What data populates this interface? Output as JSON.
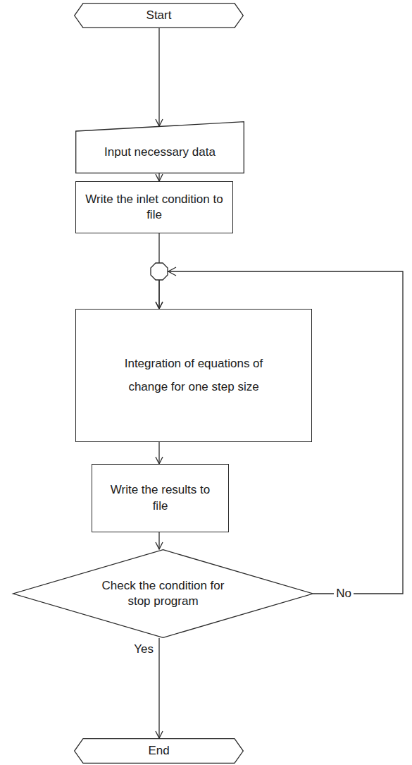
{
  "diagram": {
    "nodes": [
      {
        "text": [
          "Start"
        ]
      },
      {
        "text": [
          "Input necessary data"
        ]
      },
      {
        "text": [
          "Write the inlet condition to file"
        ]
      },
      {
        "text": [
          "Integration of equations of change for one step size"
        ]
      },
      {
        "text": [
          "Write the results to file"
        ]
      },
      {
        "text": [
          "Check the condition for stop program"
        ]
      },
      {
        "text": [
          "End"
        ]
      }
    ],
    "edges": [
      {
        "from": 0,
        "to": 1,
        "arrow": "to"
      },
      {
        "from": 1,
        "to": 2,
        "arrow": "to"
      },
      {
        "from": 2,
        "to": 3,
        "arrow": "to"
      },
      {
        "from": 3,
        "to": 4,
        "arrow": "to"
      },
      {
        "from": 4,
        "to": 5,
        "arrow": "to"
      },
      {
        "from": 5,
        "to": 3,
        "label": "No",
        "arrow": "to"
      },
      {
        "from": 5,
        "to": 6,
        "label": "Yes",
        "arrow": "to"
      }
    ]
  }
}
